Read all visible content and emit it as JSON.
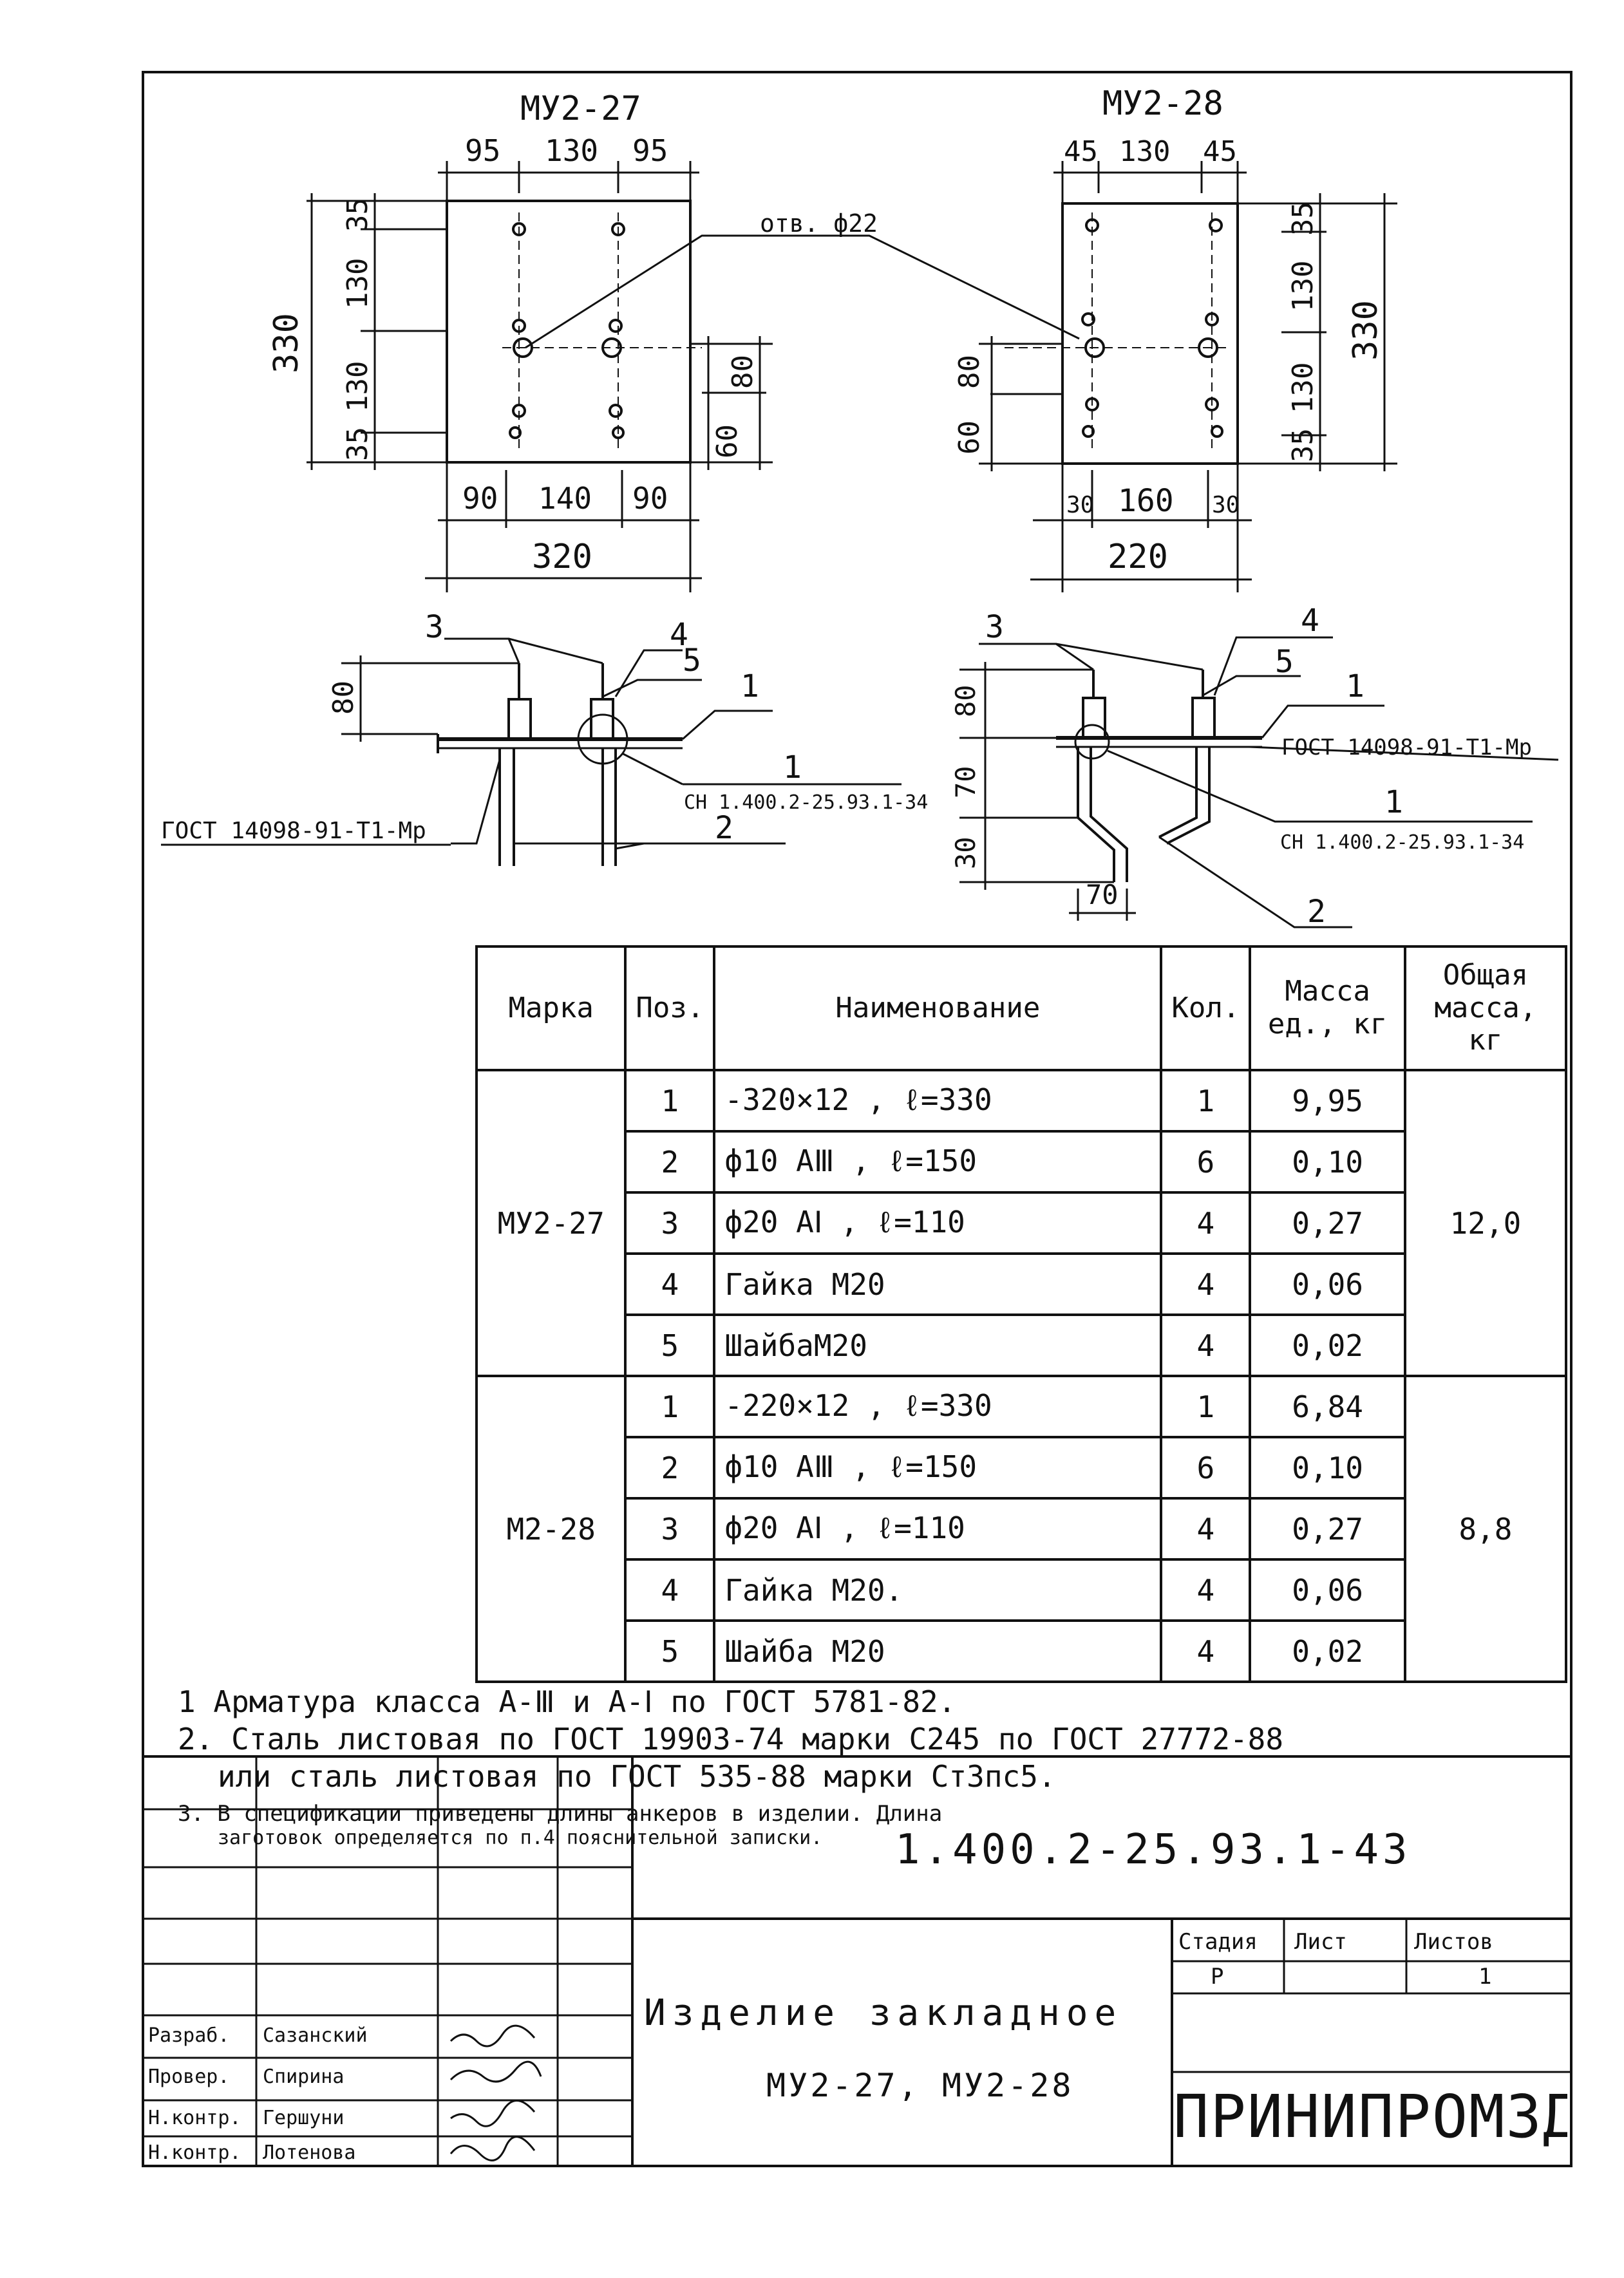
{
  "drawing": {
    "left": {
      "mark": "МУ2-27",
      "top_dims": [
        "95",
        "130",
        "95"
      ],
      "side_dims": [
        "35",
        "130",
        "130",
        "35"
      ],
      "height": "330",
      "right_dims": [
        "80",
        "60"
      ],
      "bottom_dims": [
        "90",
        "140",
        "90"
      ],
      "width": "320",
      "hole_label": "отв. ф22",
      "sec_dim": "80",
      "sec_items": [
        "3",
        "4",
        "5",
        "1",
        "1",
        "2"
      ],
      "sec_ref": "СН 1.400.2-25.93.1-34",
      "gost": "ГОСТ 14098-91-Т1-Мр"
    },
    "right": {
      "mark": "МУ2-28",
      "top_dims": [
        "45",
        "130",
        "45"
      ],
      "side_dims": [
        "80",
        "60"
      ],
      "right_dims": [
        "35",
        "130",
        "130",
        "35"
      ],
      "height": "330",
      "bottom_dims": [
        "30",
        "160",
        "30"
      ],
      "width": "220",
      "sec_dims": [
        "80",
        "70",
        "30",
        "70"
      ],
      "sec_items": [
        "3",
        "4",
        "5",
        "1",
        "1",
        "2"
      ],
      "sec_ref": "СН 1.400.2-25.93.1-34",
      "gost": "ГОСТ 14098-91-Т1-Мр"
    }
  },
  "table": {
    "headers": [
      "Марка",
      "Поз.",
      "Наименование",
      "Кол.",
      "Масса ед., кг",
      "Общая масса, кг"
    ],
    "groups": [
      {
        "mark": "МУ2-27",
        "total": "12,0",
        "rows": [
          {
            "pos": "1",
            "name": "-320×12 , ℓ=330",
            "qty": "1",
            "mass": "9,95"
          },
          {
            "pos": "2",
            "name": "ф10 АⅢ , ℓ=150",
            "qty": "6",
            "mass": "0,10"
          },
          {
            "pos": "3",
            "name": "ф20 АⅠ , ℓ=110",
            "qty": "4",
            "mass": "0,27"
          },
          {
            "pos": "4",
            "name": "Гайка М20",
            "qty": "4",
            "mass": "0,06"
          },
          {
            "pos": "5",
            "name": "ШайбаМ20",
            "qty": "4",
            "mass": "0,02"
          }
        ]
      },
      {
        "mark": "М2-28",
        "total": "8,8",
        "rows": [
          {
            "pos": "1",
            "name": "-220×12 , ℓ=330",
            "qty": "1",
            "mass": "6,84"
          },
          {
            "pos": "2",
            "name": "ф10 АⅢ , ℓ=150",
            "qty": "6",
            "mass": "0,10"
          },
          {
            "pos": "3",
            "name": "ф20 АⅠ , ℓ=110",
            "qty": "4",
            "mass": "0,27"
          },
          {
            "pos": "4",
            "name": "Гайка М20.",
            "qty": "4",
            "mass": "0,06"
          },
          {
            "pos": "5",
            "name": "Шайба М20",
            "qty": "4",
            "mass": "0,02"
          }
        ]
      }
    ]
  },
  "notes": [
    "1 Арматура класса А-Ⅲ и А-Ⅰ по ГОСТ 5781-82.",
    "2. Сталь листовая по ГОСТ 19903-74 марки С245 по ГОСТ 27772-88",
    "или сталь листовая по ГОСТ 535-88 марки Ст3пс5.",
    "3. В спецификации приведены длины анкеров в изделии. Длина",
    "заготовок определяется по п.4 пояснительной записки."
  ],
  "stamp": {
    "code": "1.400.2-25.93.1-43",
    "title": "Изделие закладное",
    "subtitle": "МУ2-27, МУ2-28",
    "stage_header": "Стадия",
    "sheet_header": "Лист",
    "sheets_header": "Листов",
    "stage": "Р",
    "sheets": "1",
    "company": "ПРИНИПРОМЗДАНИЙ",
    "signers": [
      {
        "role": "Разраб.",
        "name": "Сазанский"
      },
      {
        "role": "Провер.",
        "name": "Спирина"
      },
      {
        "role": "Н.контр.",
        "name": "Гершуни"
      },
      {
        "role": "Н.контр.",
        "name": "Лотенова"
      }
    ]
  }
}
